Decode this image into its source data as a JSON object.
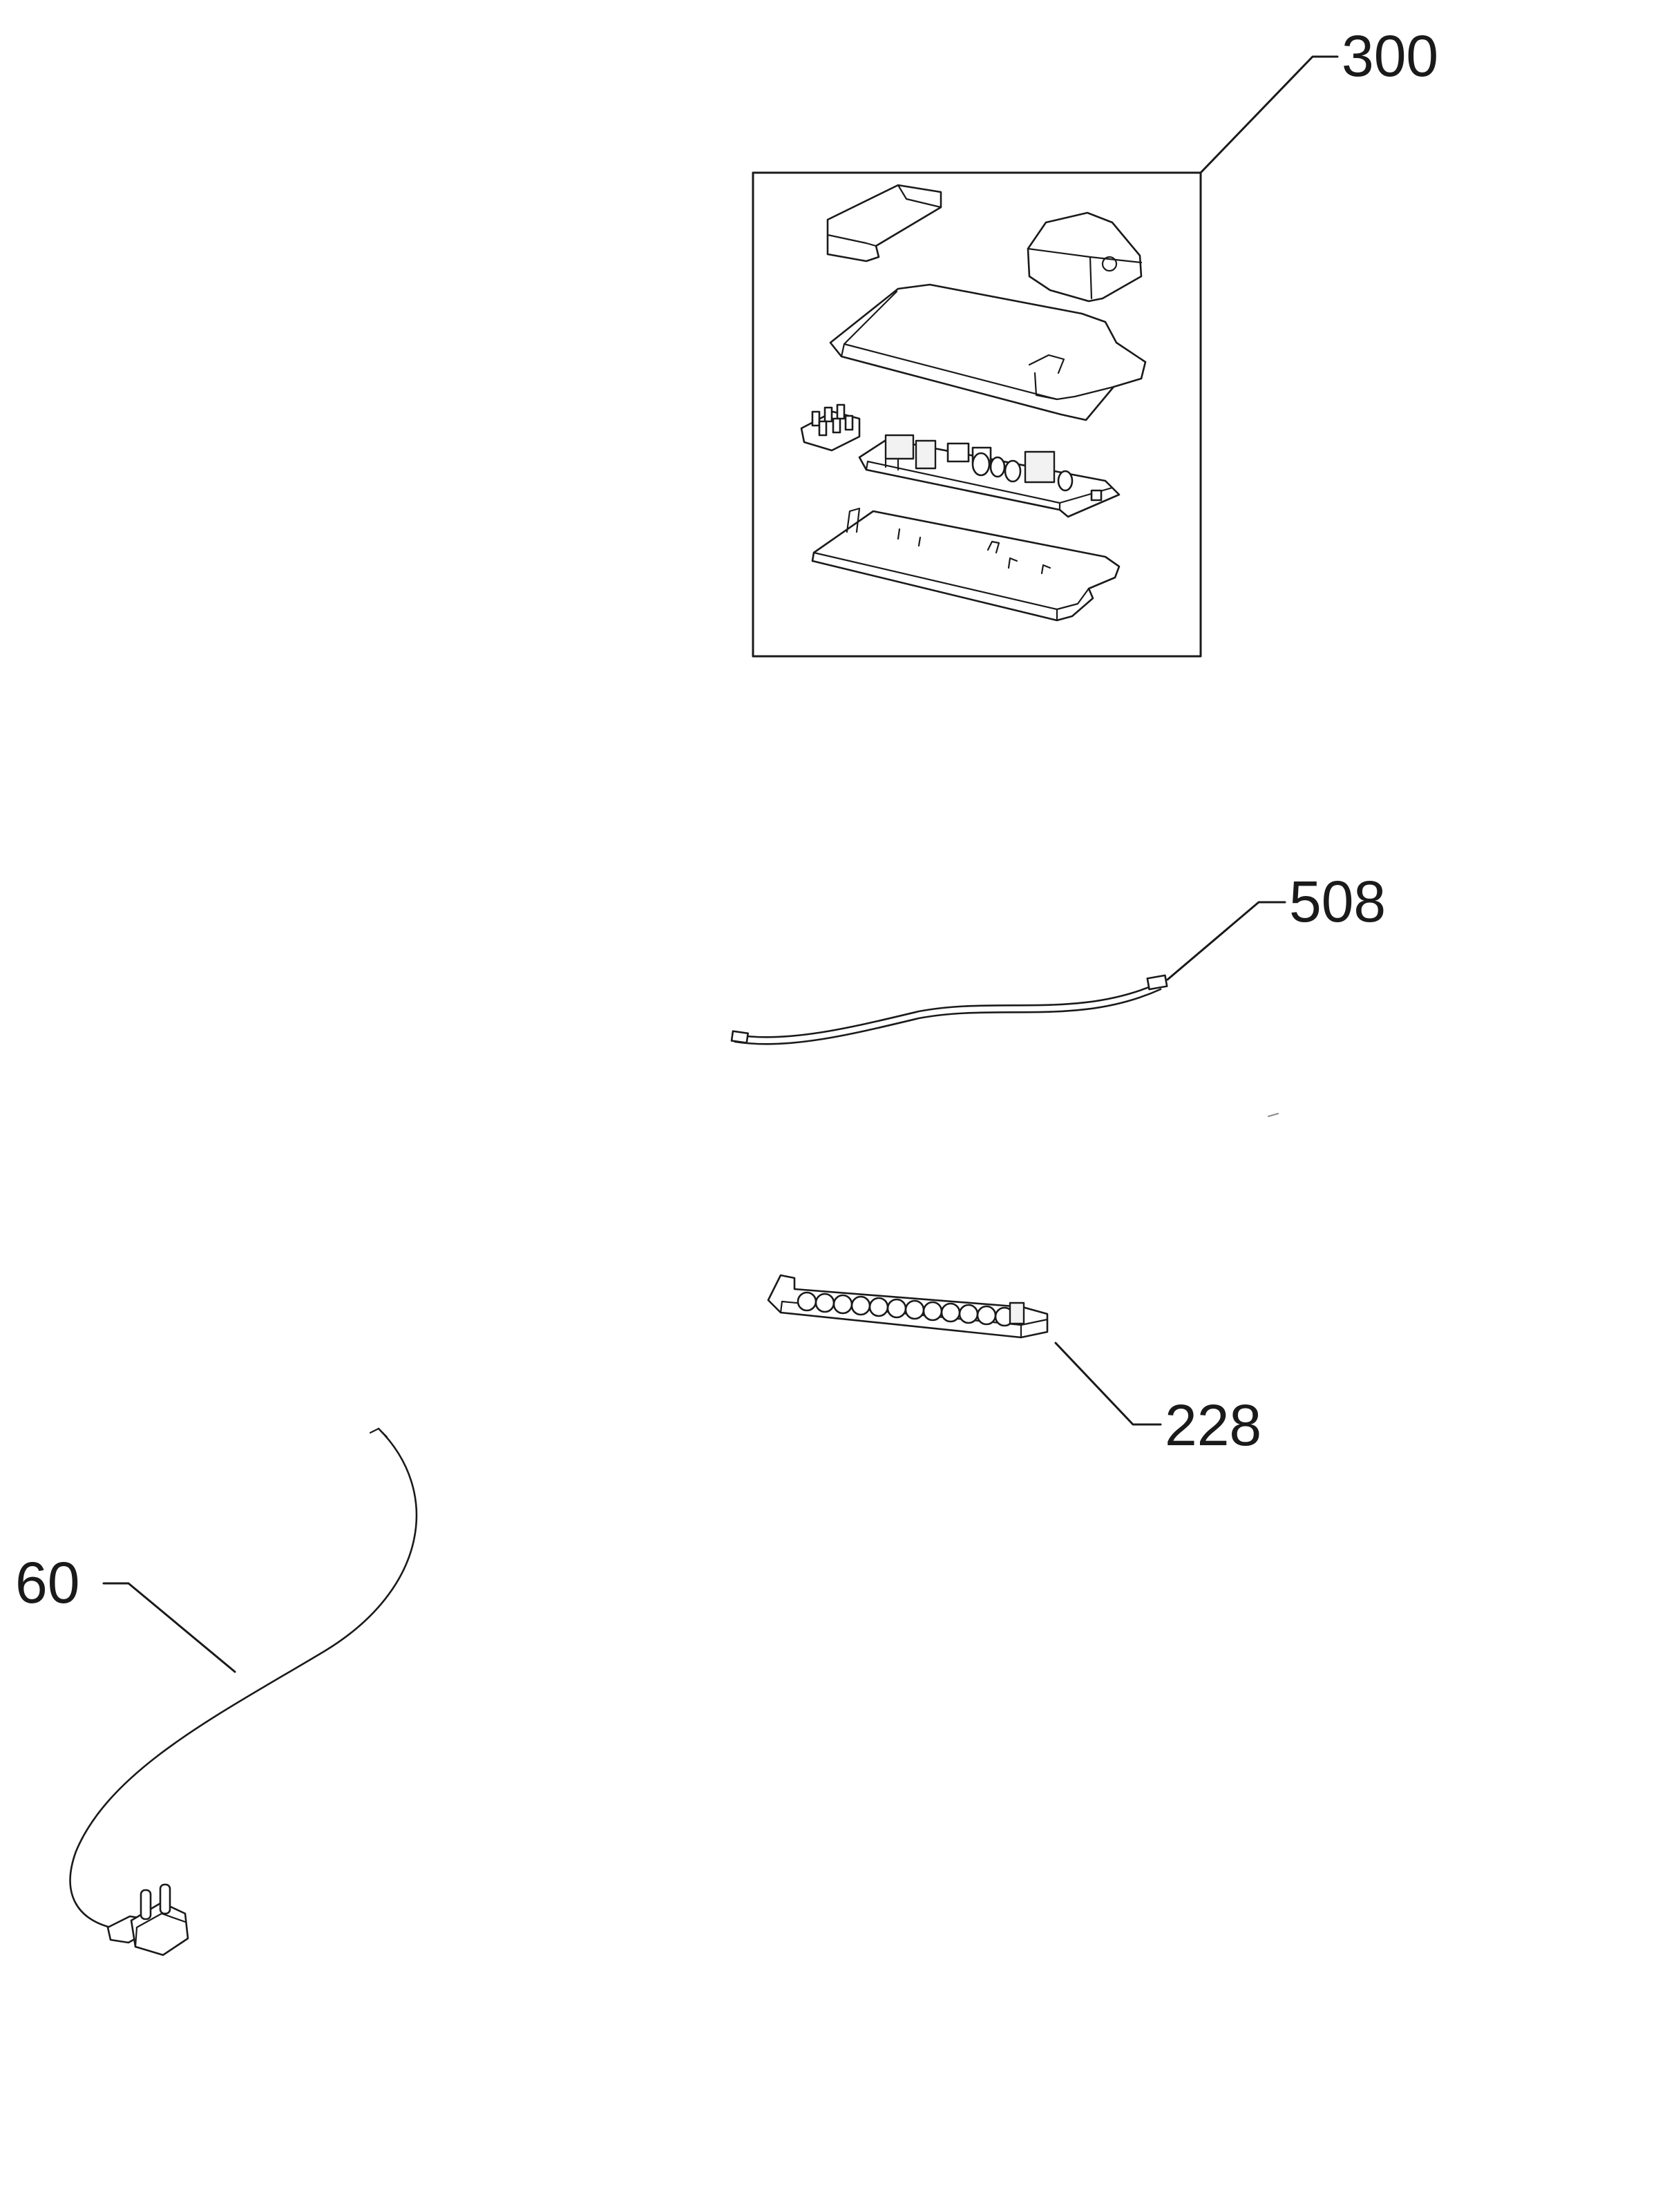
{
  "diagram": {
    "callouts": [
      {
        "id": "c300",
        "label": "300"
      },
      {
        "id": "c508",
        "label": "508"
      },
      {
        "id": "c228",
        "label": "228"
      },
      {
        "id": "c60",
        "label": "60"
      }
    ]
  }
}
